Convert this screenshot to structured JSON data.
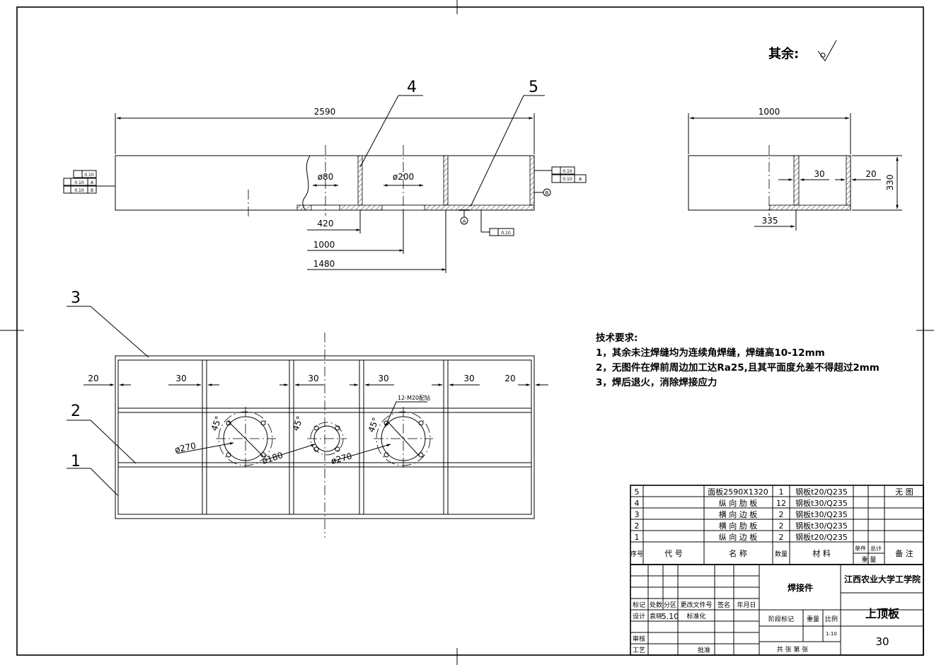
{
  "roughness_label": "其余:",
  "part_numbers": [
    "1",
    "2",
    "3",
    "4",
    "5"
  ],
  "front_view": {
    "overall_length": "2590",
    "hole_small": "ø80",
    "hole_large": "ø200",
    "dim_420": "420",
    "dim_1000": "1000",
    "dim_1480": "1480",
    "datum_a": "A",
    "datum_b": "B",
    "tol_value": "0.10"
  },
  "side_view": {
    "width": "1000",
    "thickness_30": "30",
    "thickness_20": "20",
    "height": "330",
    "offset": "335"
  },
  "top_view": {
    "spacing": [
      "20",
      "30",
      "30",
      "30",
      "30",
      "20"
    ],
    "bolt_note": "12-M20配钻",
    "angle": "45°",
    "d270_left": "ø270",
    "d180": "ø180",
    "d270_right": "ø270"
  },
  "tech_requirements": {
    "title": "技术要求:",
    "items": [
      "1，其余未注焊缝均为连续角焊缝，焊缝高10-12mm",
      "2，无图件在焊前周边加工达Ra25,且其平面度允差不得超过2mm",
      "3，焊后退火，消除焊接应力"
    ]
  },
  "bom": {
    "rows": [
      {
        "no": "5",
        "name": "面板2590X1320",
        "qty": "1",
        "material": "钢板t20/Q235",
        "note": "无 图"
      },
      {
        "no": "4",
        "name": "纵 向 肋 板",
        "qty": "12",
        "material": "钢板t30/Q235",
        "note": ""
      },
      {
        "no": "3",
        "name": "横 向 边 板",
        "qty": "2",
        "material": "钢板t30/Q235",
        "note": ""
      },
      {
        "no": "2",
        "name": "横 向 肋 板",
        "qty": "2",
        "material": "钢板t30/Q235",
        "note": ""
      },
      {
        "no": "1",
        "name": "纵 向 边 板",
        "qty": "2",
        "material": "钢板t20/Q235",
        "note": ""
      }
    ],
    "header": {
      "seq": "序号",
      "code": "代    号",
      "name": "名    称",
      "qty": "数量",
      "material": "材    料",
      "unit_weight": "单件",
      "total_weight": "总计",
      "weight": "重 量",
      "remark": "备  注"
    }
  },
  "title_block": {
    "part_type": "焊接件",
    "school": "江西农业大学工学院",
    "drawing_name": "上顶板",
    "sheet": "30",
    "scale": "1:10",
    "labels": {
      "mark": "标记",
      "count": "处数",
      "zone": "分区",
      "doc": "更改文件号",
      "sign": "签名",
      "date": "年月日",
      "design": "设计",
      "designer": "袁晓",
      "design_date": "5.10",
      "standard": "标准化",
      "check": "审核",
      "process": "工艺",
      "approve": "批准",
      "stage": "阶段标记",
      "weight": "重量",
      "ratio": "比例",
      "sheets": "共    张 第    张"
    }
  }
}
